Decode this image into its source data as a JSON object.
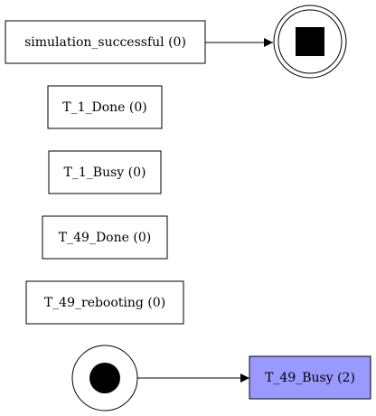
{
  "diagram": {
    "nodes": [
      {
        "id": "simulation_successful",
        "label": "simulation_successful (0)",
        "shape": "box"
      },
      {
        "id": "end",
        "label": "",
        "shape": "end-state"
      },
      {
        "id": "T_1_Done",
        "label": "T_1_Done (0)",
        "shape": "box"
      },
      {
        "id": "T_1_Busy",
        "label": "T_1_Busy (0)",
        "shape": "box"
      },
      {
        "id": "T_49_Done",
        "label": "T_49_Done (0)",
        "shape": "box"
      },
      {
        "id": "T_49_rebooting",
        "label": "T_49_rebooting (0)",
        "shape": "box"
      },
      {
        "id": "start",
        "label": "",
        "shape": "start-state"
      },
      {
        "id": "T_49_Busy",
        "label": "T_49_Busy (2)",
        "shape": "box",
        "highlight": true
      }
    ],
    "edges": [
      {
        "from": "simulation_successful",
        "to": "end"
      },
      {
        "from": "start",
        "to": "T_49_Busy"
      }
    ],
    "colors": {
      "stroke": "#000000",
      "box_fill": "#ffffff",
      "highlight_fill": "#9999ff",
      "marker_fill": "#000000"
    }
  }
}
